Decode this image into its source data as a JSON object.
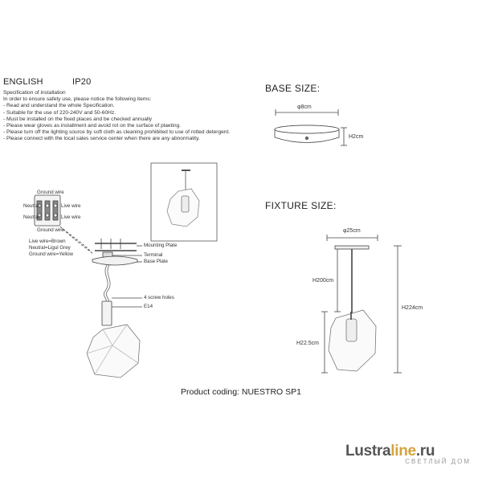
{
  "header": {
    "language": "ENGLISH",
    "ip_rating": "IP20"
  },
  "spec": {
    "lines": [
      "Specification of installation",
      "In order to ensure safety use, please notice the following items:",
      "- Read and understand the whole Specification.",
      "- Suitable for the use of 220-240V and 50-60Hz.",
      "- Must be installed on the fixed places and be checked annually",
      "- Please wear gloves as installment and avoid rot on the surface of plaeting.",
      "- Please turn off the lighting source by soft cloth as cleaning prohibited to use of rotted detergent.",
      "- Please connect with the local sales service center when there are any abnormality."
    ]
  },
  "wiring": {
    "ground_top": "Ground wire",
    "neutral_left_1": "Neutral",
    "live_right_1": "Live wire",
    "neutral_left_2": "Neutral",
    "live_right_2": "Live wire",
    "ground_bottom": "Ground wire",
    "legend": [
      "Live wire=Brown",
      "Neutral=Ligul Grey",
      "Ground wire=Yellow"
    ]
  },
  "assembly": {
    "mounting_plate": "Mounting Plate",
    "terminal": "Terminal",
    "base_plate": "Base Plate",
    "screw_holes": "4 screw holes",
    "socket": "E14"
  },
  "base_size": {
    "title": "BASE SIZE:",
    "diameter": "φ8cm",
    "height": "H2cm"
  },
  "fixture_size": {
    "title": "FIXTURE SIZE:",
    "diameter": "φ25cm",
    "rod_height": "H200cm",
    "total_height": "H224cm",
    "shade_height": "H22.5cm"
  },
  "coding": "Product coding: NUESTRO SP1",
  "watermark": {
    "brand_a": "Lustra",
    "brand_b": "line",
    "brand_c": ".ru",
    "sub": "СВЕТЛЫЙ ДОМ"
  }
}
